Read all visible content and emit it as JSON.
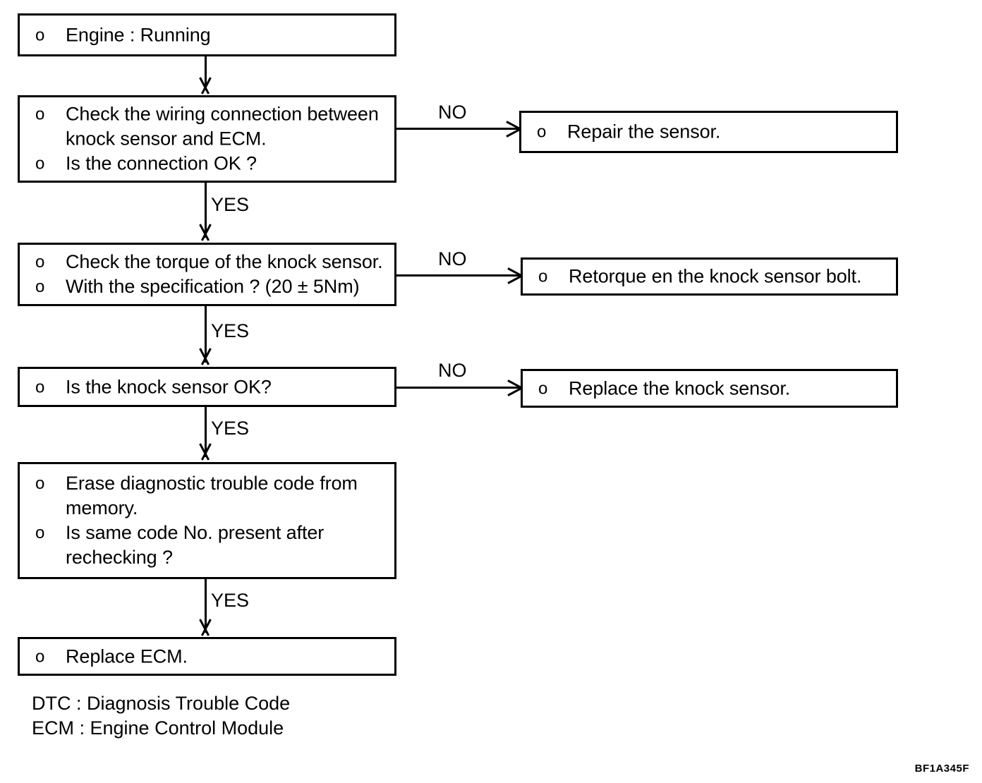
{
  "figure": {
    "code": "BF1A345F",
    "bullet_marker": "o"
  },
  "nodes": {
    "engine_running": {
      "lines": [
        "Engine : Running"
      ]
    },
    "check_wiring": {
      "lines": [
        "Check the wiring connection between\nknock sensor and ECM.",
        "Is the connection OK ?"
      ]
    },
    "repair_sensor": {
      "lines": [
        "Repair the sensor."
      ]
    },
    "check_torque": {
      "lines": [
        "Check the torque of the knock sensor.",
        "With the specification ? (20 ± 5Nm)"
      ]
    },
    "retorque_bolt": {
      "lines": [
        "Retorque en the knock sensor bolt."
      ]
    },
    "sensor_ok": {
      "lines": [
        "Is the knock sensor OK?"
      ]
    },
    "replace_sensor": {
      "lines": [
        "Replace the knock sensor."
      ]
    },
    "erase_dtc": {
      "lines": [
        "Erase diagnostic trouble code from\nmemory.",
        "Is same code No. present after\nrechecking ?"
      ]
    },
    "replace_ecm": {
      "lines": [
        "Replace ECM."
      ]
    }
  },
  "branches": {
    "no_1": "NO",
    "no_2": "NO",
    "no_3": "NO",
    "yes_1": "YES",
    "yes_2": "YES",
    "yes_3": "YES",
    "yes_4": "YES"
  },
  "legend": {
    "line1": "DTC : Diagnosis Trouble Code",
    "line2": "ECM : Engine Control Module"
  }
}
